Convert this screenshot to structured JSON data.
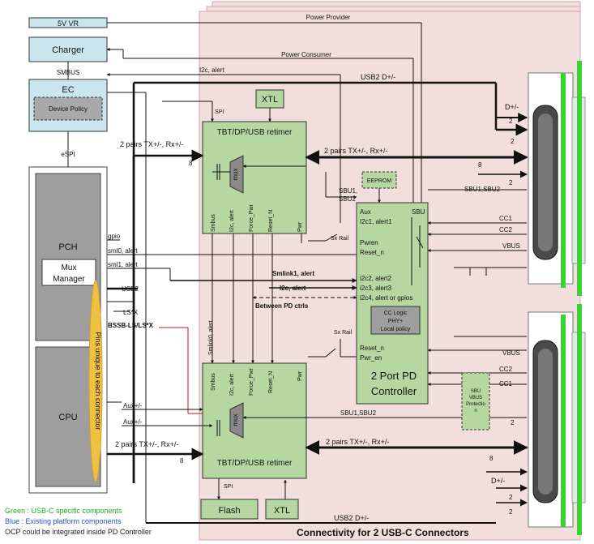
{
  "blocks": {
    "vr": "5V VR",
    "charger": "Charger",
    "ec": "EC",
    "device_policy": "Device Policy",
    "pch": "PCH",
    "mux_manager": [
      "Mux",
      "Manager"
    ],
    "cpu": "CPU",
    "pins_note": "Pins unique to each connector",
    "xtl": "XTL",
    "retimer": "TBT/DP/USB retimer",
    "mux": "mux",
    "eeprom": "EEPROM",
    "pd_controller": [
      "2 Port PD",
      "Controller"
    ],
    "cc_logic": [
      "CC Logic",
      "PHY+",
      "Local policy"
    ],
    "sbu_protection": [
      "SBU",
      "VBUS",
      "Protectio",
      "n"
    ],
    "flash": "Flash"
  },
  "signals": {
    "power_provider": "Power Provider",
    "power_consumer": "Power Consumer",
    "smbus": "SMBUS",
    "i2c_alert": "I2c, alert",
    "usb2_dp": "USB2 D+/-",
    "espi": "eSPI",
    "spi": "SPI",
    "pairs": "2 pairs TX+/-, Rx+/-",
    "eight": "8",
    "two": "2",
    "dplus": "D+/-",
    "sbu12": "SBU1,SBU2",
    "sbu1": "SBU1,",
    "sbu2": "SBU2",
    "gpio": "gpio",
    "sml0": "sml0, alert",
    "sml1": "sml1, alert",
    "usb2": "USB2",
    "lsx": "LS*X",
    "bssb": "BSSB-LS/LS*X",
    "auxpm": "Aux+/-",
    "smlink1": "Smlink1, alert",
    "i2c_alert2": "I2c, alert",
    "between_pd": "Between PD ctrls",
    "smlink0": "Smlink0, alert",
    "sxrail": "Sx Rail",
    "cc1": "CC1",
    "cc2": "CC2",
    "vbus": "VBUS",
    "retimer_pins": [
      "Smbus",
      "I2c, alert",
      "Force_Pwr",
      "Reset_N",
      "Pwr"
    ],
    "pd_pins_top": [
      "Aux",
      "I2c1, alert1",
      "Pwren",
      "Reset_n",
      "i2c2, alert2",
      "i2c3, alert3",
      "i2c4, alert or gpios",
      "SBU"
    ],
    "pd_pins_bottom": [
      "Reset_n",
      "Pwr_en"
    ]
  },
  "legend": {
    "green": "Green : USB-C specific components",
    "blue": "Blue : Existing platform components",
    "ocp": "OCP could be integrated inside PD Controller"
  },
  "caption": "Connectivity for 2 USB-C Connectors",
  "colors": {
    "pink": "#f3dede",
    "blue_block": "#c9e6ef",
    "green_block": "#b6d7a0",
    "gray_block": "#9e9e9e",
    "connector_green": "#39d434",
    "note_oval": "#f0c040",
    "legend_green": "#22aa22",
    "legend_blue": "#2255cc",
    "bssb_red": "#d01010"
  }
}
